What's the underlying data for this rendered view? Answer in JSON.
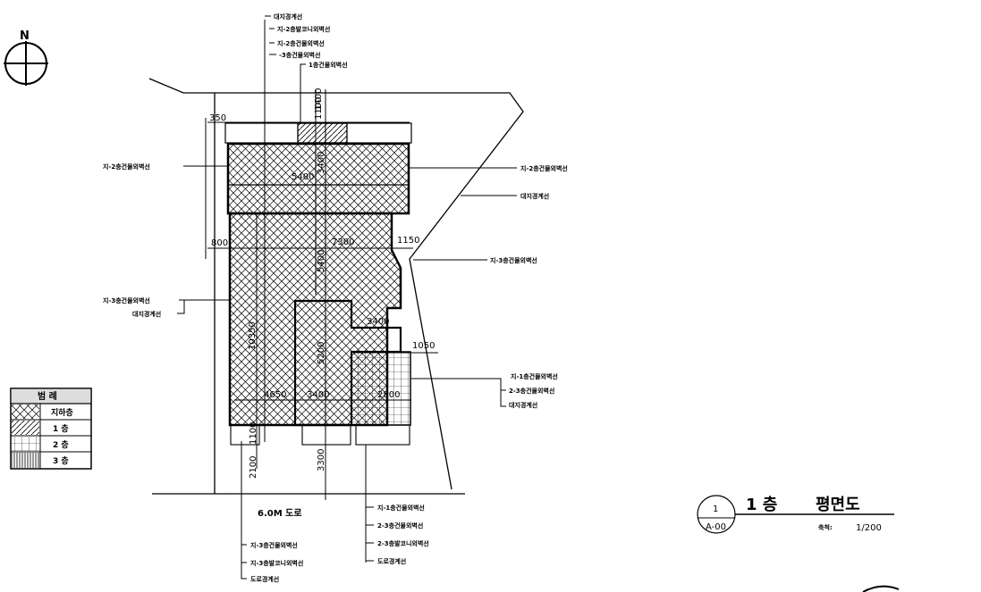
{
  "north": {
    "letter": "N"
  },
  "callouts_top": {
    "t1": "대지경계선",
    "t2": "지-2층발코니외벽선",
    "t3": "지-2층건물외벽선",
    "t4": "-3층건물외벽선",
    "t5": "1층건물외벽선"
  },
  "callouts_left": {
    "l1": "지-2층건물외벽선",
    "l2": "지-3층건물외벽선",
    "l3": "대지경계선"
  },
  "callouts_right": {
    "r1": "지-2층건물외벽선",
    "r2": "대지경계선",
    "r3": "지-3층건물외벽선",
    "r4": "지-1층건물외벽선",
    "r5": "2-3층건물외벽선",
    "r6": "대지경계선"
  },
  "callouts_bottom": {
    "b1": "지-1층건물외벽선",
    "b2": "2-3층건물외벽선",
    "b3": "2-3층발코니외벽선",
    "b4": "도로경계선",
    "b5": "지-3층건물외벽선",
    "b6": "지-3층발코니외벽선",
    "b7": "도로경계선"
  },
  "road": "6.0M 도로",
  "dimensions": {
    "d350": "350",
    "d1100a": "1100",
    "d1400": "1400",
    "d3400": "3400",
    "d5400": "5400",
    "d800": "800",
    "d7300": "7300",
    "d1150": "1150",
    "d5400b": "5400",
    "d3400b": "3400",
    "d10350": "10350",
    "d5200": "5200",
    "d1050": "1050",
    "d4650": "4650",
    "d3400c": "3400",
    "d2800": "2800",
    "d1100b": "1100",
    "d2100": "2100",
    "d3300": "3300"
  },
  "legend": {
    "title": "범 례",
    "rows": [
      "지하층",
      "1 층",
      "2 층",
      "3 층"
    ]
  },
  "title_block": {
    "sheet_no": "1",
    "sheet_ref": "A-00",
    "floor": "1 층",
    "drawing": "평면도",
    "scale_label": "축척:",
    "scale_value": "1/200"
  }
}
